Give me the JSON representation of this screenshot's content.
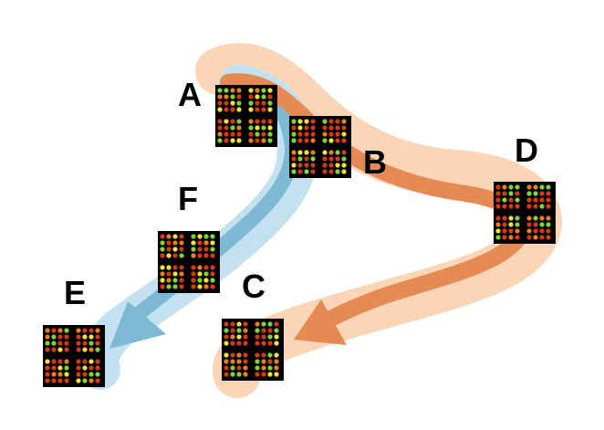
{
  "colors": {
    "orange_halo": "#fbd5b5",
    "orange_core": "#e58a53",
    "blue_halo": "#c3e1ee",
    "blue_core": "#7eb9d3",
    "spot_red": "#d23a1e",
    "spot_yellow": "#f2e23a",
    "spot_green": "#7ed23f",
    "spot_orange": "#e8801f",
    "array_bg": "#000000"
  },
  "nodes": [
    {
      "id": "A",
      "label": "A"
    },
    {
      "id": "B",
      "label": "B"
    },
    {
      "id": "C",
      "label": "C"
    },
    {
      "id": "D",
      "label": "D"
    },
    {
      "id": "E",
      "label": "E"
    },
    {
      "id": "F",
      "label": "F"
    }
  ],
  "paths": [
    {
      "name": "orange-path",
      "route": [
        "A",
        "B",
        "D",
        "C"
      ],
      "color": "orange"
    },
    {
      "name": "blue-path",
      "route": [
        "A",
        "B",
        "F",
        "E"
      ],
      "color": "blue"
    }
  ]
}
